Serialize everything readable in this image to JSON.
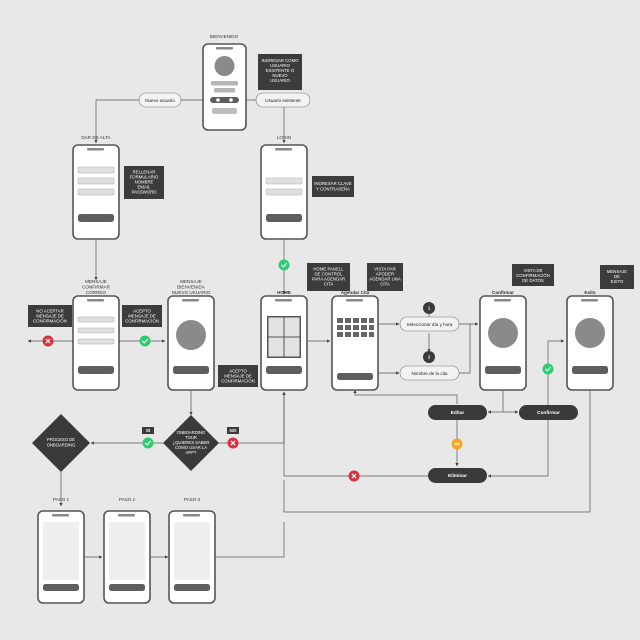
{
  "screens": {
    "bienvenido": "BIENVENIDO",
    "dar_de_alta": "DAR DE ALTA",
    "login": "LOGIN",
    "mensaje_confirmar": [
      "MENSAJE",
      "CONFIRMAR",
      "CORREO"
    ],
    "mensaje_bienvenida": [
      "MENSAJE",
      "BIENVENIDA",
      "NUEVO USUARIO"
    ],
    "home": "HOME",
    "agendar_cita": "Agendar Cita",
    "confirmar": "Confirmar",
    "exito": "Exito",
    "paso1": "PASO 1",
    "paso2": "PASO 2",
    "paso3": "PASO 3"
  },
  "notes": {
    "ingresar_usuario": [
      "INGRESAR COMO",
      "USUARIO",
      "EXISTENTE O",
      "NUEVO",
      "USUARIO"
    ],
    "rellenar": [
      "RELLENAR",
      "FORMULARIO",
      "NOMBRE",
      "EMAIL",
      "PASSWORD"
    ],
    "ingresar_clave": [
      "INGRESAR CLAVE",
      "Y CONTRASEÑA"
    ],
    "no_aceptar": [
      "NO ACEPTAR",
      "MENSAJE DE",
      "CONFIRMACIÓN"
    ],
    "acepto_1": [
      "ACEPTO",
      "MENSAJE DE",
      "CONFIRMACIÓN"
    ],
    "acepto_2": [
      "ACEPTO",
      "MENSAJE DE",
      "CONFIRMACIÓN"
    ],
    "home_panel": [
      "HOME PANELL",
      "DE CONTROL",
      "PARA AGENDAR",
      "CITA"
    ],
    "vista_par": [
      "VISTA PAR",
      "APODER",
      "AGENDAR UNA",
      "CITA"
    ],
    "vista_confirmacion": [
      "VISTA DE",
      "CONFIRMACIÓN",
      "DE DATOS"
    ],
    "mensaje_exito": [
      "MENSAJE",
      "DE",
      "EXITO"
    ]
  },
  "pills": {
    "nuevo_usuario": "Nuevo usuario",
    "usuario_existente": "Usuario existente",
    "seleccionar_dia": "Seleccionar día y hora",
    "nombre_cita": "Nombre de la cita"
  },
  "buttons": {
    "editar": "Editar",
    "confirmar": "Confirmar",
    "eliminar": "Eliminar"
  },
  "decisions": {
    "onboarding_tour": [
      "ONBOARDING",
      "TOUR",
      "¿QUIERES SABER",
      "CÓMO USAR LA",
      "APP?"
    ],
    "proceso_onboarding": [
      "PROCESO DE",
      "ONBOARDING"
    ]
  },
  "flags": {
    "si": "SI",
    "no": "NO"
  },
  "steps": {
    "one": "1",
    "two": "2"
  },
  "colors": {
    "background": "#e8e8e8",
    "phone_border": "#555555",
    "note_fill": "#3c3c3c",
    "accept_green": "#2ecc71",
    "reject_red": "#d9303e",
    "warning_orange": "#f5a623"
  }
}
